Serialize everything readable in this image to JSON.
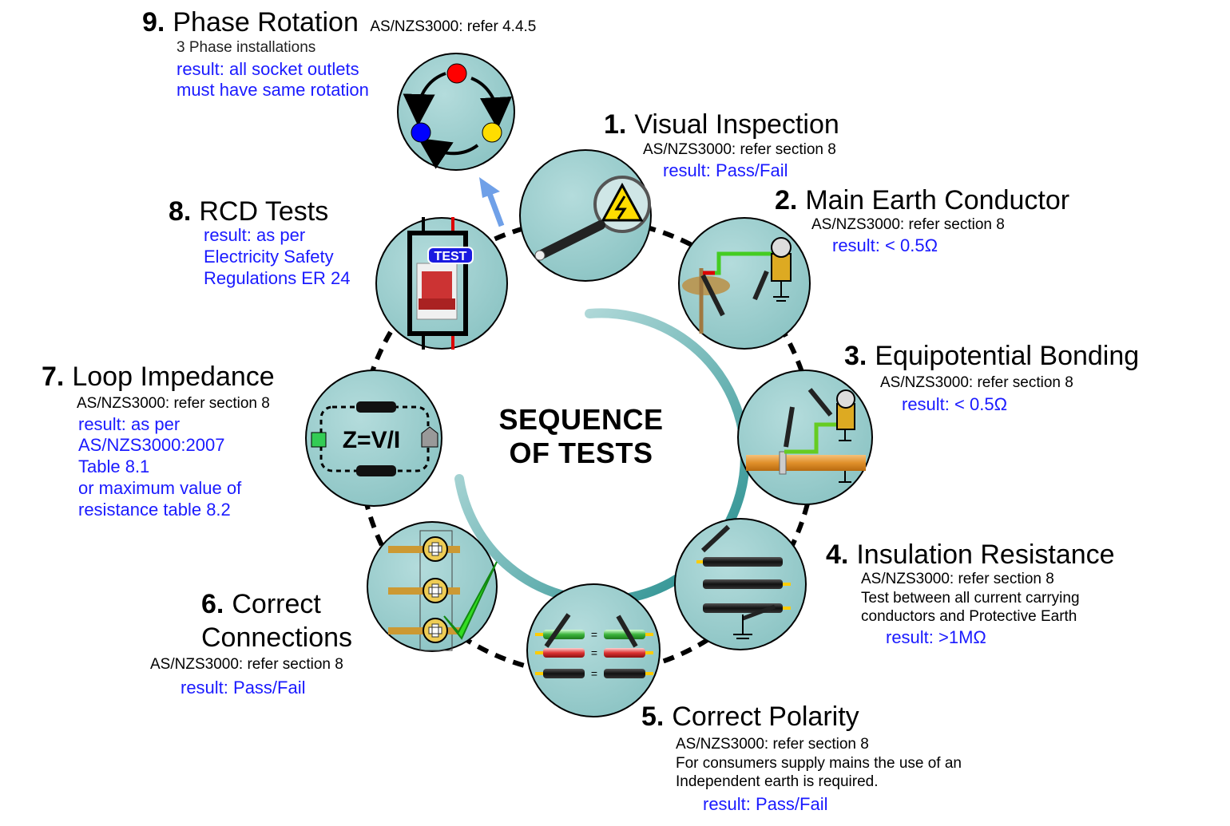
{
  "center": {
    "line1": "SEQUENCE",
    "line2": "OF TESTS"
  },
  "steps": [
    {
      "num": "1.",
      "title": "Visual Inspection",
      "ref": "AS/NZS3000: refer section 8",
      "result": "result: Pass/Fail"
    },
    {
      "num": "2.",
      "title": "Main Earth Conductor",
      "ref": "AS/NZS3000: refer section 8",
      "result": "result: < 0.5Ω"
    },
    {
      "num": "3.",
      "title": "Equipotential Bonding",
      "ref": "AS/NZS3000: refer section 8",
      "result": "result: < 0.5Ω"
    },
    {
      "num": "4.",
      "title": "Insulation Resistance",
      "ref": "AS/NZS3000: refer section 8",
      "desc1": "Test between all current carrying",
      "desc2": "conductors and Protective Earth",
      "result": "result: >1MΩ"
    },
    {
      "num": "5.",
      "title": "Correct Polarity",
      "ref": "AS/NZS3000: refer section 8",
      "desc1": "For consumers supply mains the use of an",
      "desc2": "Independent earth is required.",
      "result": "result: Pass/Fail"
    },
    {
      "num": "6.",
      "title1": "Correct",
      "title2": "Connections",
      "ref": "AS/NZS3000: refer section 8",
      "result": "result: Pass/Fail"
    },
    {
      "num": "7.",
      "title": "Loop Impedance",
      "ref": "AS/NZS3000: refer section 8",
      "result_lines": [
        "result: as per",
        "AS/NZS3000:2007",
        "Table 8.1",
        "or maximum value of",
        "resistance table 8.2"
      ]
    },
    {
      "num": "8.",
      "title": "RCD Tests",
      "result_lines": [
        "result: as per",
        "Electricity Safety",
        "Regulations ER 24"
      ]
    },
    {
      "num": "9.",
      "title": "Phase Rotation",
      "ref": "AS/NZS3000: refer 4.4.5",
      "desc1": "3 Phase installations",
      "result_lines": [
        "result: all socket outlets",
        "must have same rotation"
      ]
    }
  ],
  "icons": {
    "loop_formula": "Z=V/I",
    "rcd_button": "TEST",
    "polarity_eq": "="
  },
  "colors": {
    "circle_fill": "#9ccccc",
    "result_text": "#1a1aff",
    "arc": "#3aa0a0",
    "phase_red": "#ff0000",
    "phase_yellow": "#ffdd00",
    "phase_blue": "#0000ff"
  }
}
